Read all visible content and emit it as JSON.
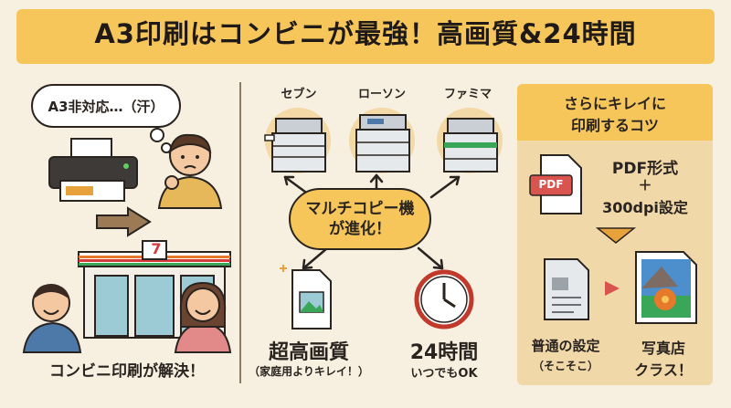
{
  "title": "A3印刷はコンビニが最強！高画質&24時間",
  "left": {
    "thought": "A3非対応…（汗）",
    "store_sign": "7",
    "caption": "コンビニ印刷が解決！"
  },
  "middle": {
    "stores": [
      "セブン",
      "ローソン",
      "ファミマ"
    ],
    "center_line1": "マルチコピー機",
    "center_line2": "が進化！",
    "feature1_title": "超高画質",
    "feature1_sub": "（家庭用よりキレイ！）",
    "feature2_title": "24時間",
    "feature2_sub": "いつでもOK"
  },
  "right": {
    "header_line1": "さらにキレイに",
    "header_line2": "印刷するコツ",
    "pdf_badge": "PDF",
    "tip_line1": "PDF形式",
    "tip_plus": "＋",
    "tip_line2": "300dpi設定",
    "normal_line1": "普通の設定",
    "normal_line2": "（そこそこ）",
    "photo_line1": "写真店",
    "photo_line2": "クラス！"
  },
  "colors": {
    "accent_yellow": "#f6c65b",
    "background": "#f7efdf",
    "pdf_red": "#d9534f"
  }
}
